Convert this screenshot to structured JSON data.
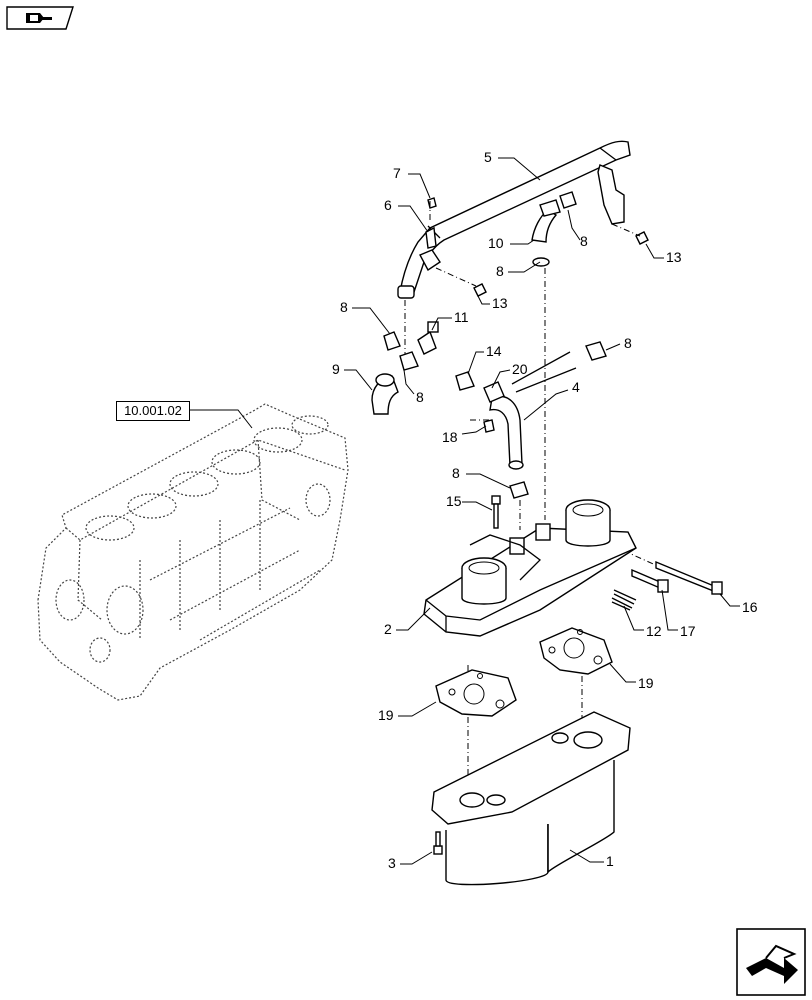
{
  "reference": {
    "label": "10.001.02"
  },
  "callouts": [
    "7",
    "6",
    "5",
    "10",
    "8",
    "8",
    "13",
    "13",
    "8",
    "11",
    "9",
    "8",
    "14",
    "20",
    "8",
    "4",
    "18",
    "8",
    "15",
    "2",
    "12",
    "17",
    "16",
    "19",
    "19",
    "3",
    "1"
  ],
  "icons": {
    "top_left": "book-icon",
    "bottom_right": "next-page-arrow-icon"
  }
}
